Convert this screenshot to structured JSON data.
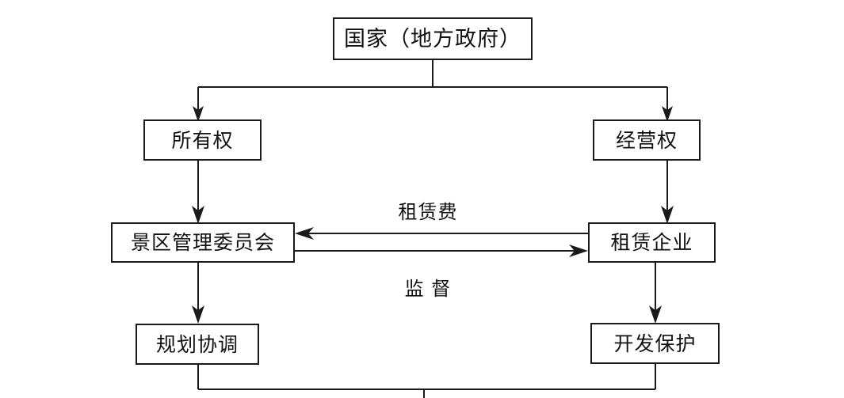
{
  "diagram": {
    "title_text": "国家（地方政府）",
    "nodes": {
      "state": {
        "label": "国家（地方政府）",
        "font_size": "27px"
      },
      "ownership": {
        "label": "所有权",
        "font_size": "25px"
      },
      "management_right": {
        "label": "经营权",
        "font_size": "25px"
      },
      "committee": {
        "label": "景区管理委员会",
        "font_size": "25px"
      },
      "leasing_enterprise": {
        "label": "租赁企业",
        "font_size": "25px"
      },
      "planning_coordination": {
        "label": "规划协调",
        "font_size": "25px"
      },
      "development_protection": {
        "label": "开发保护",
        "font_size": "25px"
      }
    },
    "edge_labels": {
      "rental_fee": "租赁费",
      "supervision": "监 督"
    },
    "colors": {
      "line": "#1a1a1a",
      "box_fill": "#ffffff",
      "text": "#111111",
      "background": "#ffffff"
    }
  }
}
